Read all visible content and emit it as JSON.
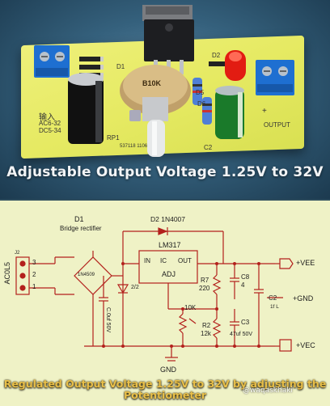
{
  "photo": {
    "title": "Adjustable Output Voltage 1.25V to 32V",
    "labels": {
      "d1": "D1",
      "d2": "D2",
      "d5": "D5",
      "d6": "D6",
      "c2": "C2",
      "rp1": "RP1",
      "pot": "B10K",
      "output": "OUTPUT",
      "input_cn": "输入",
      "ac_in": "AC6-32",
      "dc_in": "DC5-34",
      "plus": "+",
      "code": "537118    1106"
    }
  },
  "schematic": {
    "labels": {
      "d1": "D1",
      "bridge": "Bridge rectifier",
      "bridge_part": "1N4509",
      "d2": "D2 1N4007",
      "ic": "LM317",
      "pin_in": "IN",
      "pin_ic": "IC",
      "pin_out": "OUT",
      "adj": "ADJ",
      "r7": "R7",
      "r7_val": "220",
      "r2": "R2",
      "r2_val": "12k",
      "pot": "10K",
      "c8": "C8",
      "c8_val": "4",
      "c3": "C3",
      "c3_val": "47uf 50V",
      "c2": "C2",
      "c2_val": "1f L",
      "c1_val": "C.0uf 50V",
      "c4_val": "2/2",
      "ac_label": "AC0L5",
      "pin1": "1",
      "pin2": "2",
      "pin3": "3",
      "j2": "J2",
      "gnd": "GND",
      "vee": "+VEE",
      "egnd": "+GND",
      "vec": "+VEC"
    },
    "caption_line1": "Regulated Output Voltage 1.25V to 32V by adjusting the",
    "caption_line2": "Potentiometer",
    "watermark": "@waqaskhaki"
  }
}
